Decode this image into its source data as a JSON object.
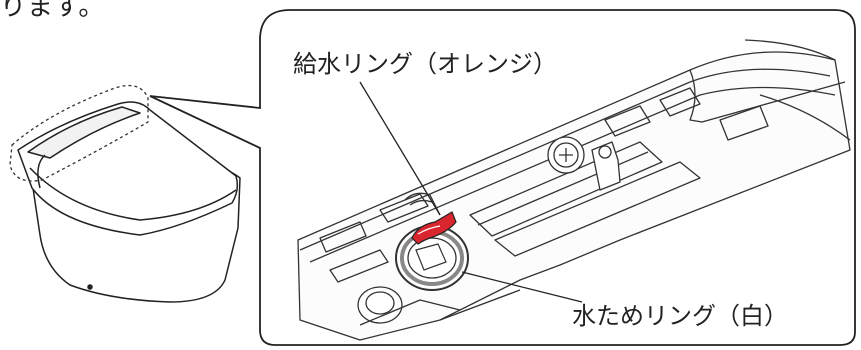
{
  "intro_text": "ります。",
  "callouts": {
    "supply_ring": "給水リング（オレンジ）",
    "tank_ring": "水ためリング（白）"
  },
  "colors": {
    "supply_ring": "#d9262e",
    "line": "#222222",
    "dashed_outline": "#333333"
  }
}
